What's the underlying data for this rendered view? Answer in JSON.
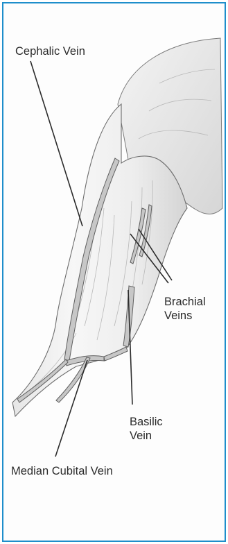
{
  "labels": {
    "cephalic": "Cephalic Vein",
    "brachial_line1": "Brachial",
    "brachial_line2": "Veins",
    "basilic_line1": "Basilic",
    "basilic_line2": "Vein",
    "median_cubital": "Median Cubital Vein"
  },
  "colors": {
    "frame_border": "#1e8ecb",
    "leader_line": "#2b2b2b",
    "vein_fill": "#bfbfbf",
    "skin_shade": "#d9d9d9"
  }
}
